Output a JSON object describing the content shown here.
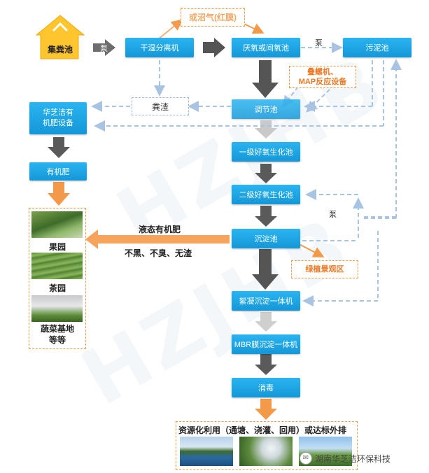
{
  "nodes": {
    "collect_pool": "集粪池",
    "dry_wet_separator": "干湿分离机",
    "anaerobic_pool": "厌氧或间氧池",
    "sludge_pool": "污泥池",
    "biogas": "或沼气(红膜)",
    "dung_residue": "粪渣",
    "fertilizer_equipment": "华芝洁有\n机肥设备",
    "adjust_pool": "调节池",
    "stacked_screw": "叠螺机、\nMAP反应设备",
    "aerobic_1": "一级好氧生化池",
    "aerobic_2": "二级好氧生化池",
    "organic_fertilizer": "有机肥",
    "sedimentation": "沉淀池",
    "green_landscape": "绿植景观区",
    "coagulation": "絮凝沉淀一体机",
    "mbr": "MBR膜沉淀一体机",
    "disinfection": "消毒"
  },
  "labels": {
    "pump_1": "泵",
    "pump_2": "泵",
    "pump_3": "泵",
    "liquid_fertilizer": "液态有机肥",
    "no_black": "不黑、不臭、无渣",
    "orchard": "果园",
    "tea_garden": "茶园",
    "vegetable_base": "蔬菜基地\n等等",
    "reuse_title": "资源化利用（通塘、浇灌、回用）或达标外排",
    "brand": "湖南华芝洁环保科技"
  },
  "colors": {
    "box_blue": "#1aa6e6",
    "accent_orange": "#f39a4a",
    "arrow_gray": "#5a5a5a",
    "dash_blue": "#a9c4e2"
  }
}
